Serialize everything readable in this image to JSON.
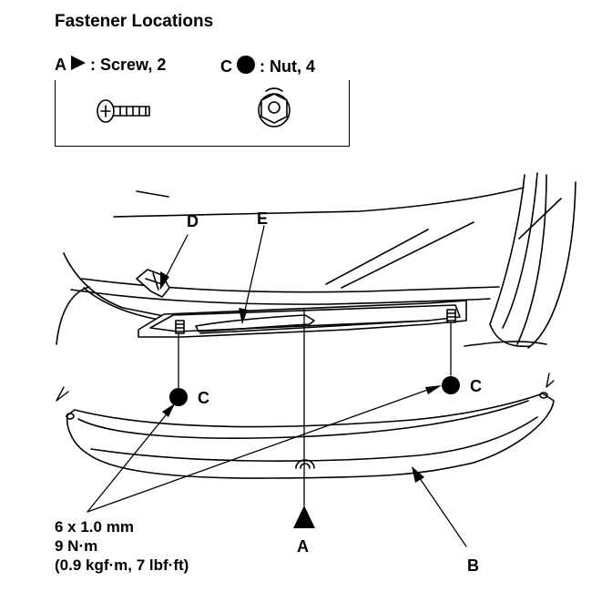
{
  "title": "Fastener Locations",
  "legend": {
    "a_letter": "A",
    "a_label": ": Screw, 2",
    "c_letter": "C",
    "c_label": ": Nut, 4"
  },
  "labels": {
    "d": "D",
    "e": "E",
    "c_left": "C",
    "c_right": "C",
    "a": "A",
    "b": "B"
  },
  "spec": {
    "line1": "6 x 1.0 mm",
    "line2": "9 N·m",
    "line3": "(0.9 kgf·m, 7 lbf·ft)"
  }
}
